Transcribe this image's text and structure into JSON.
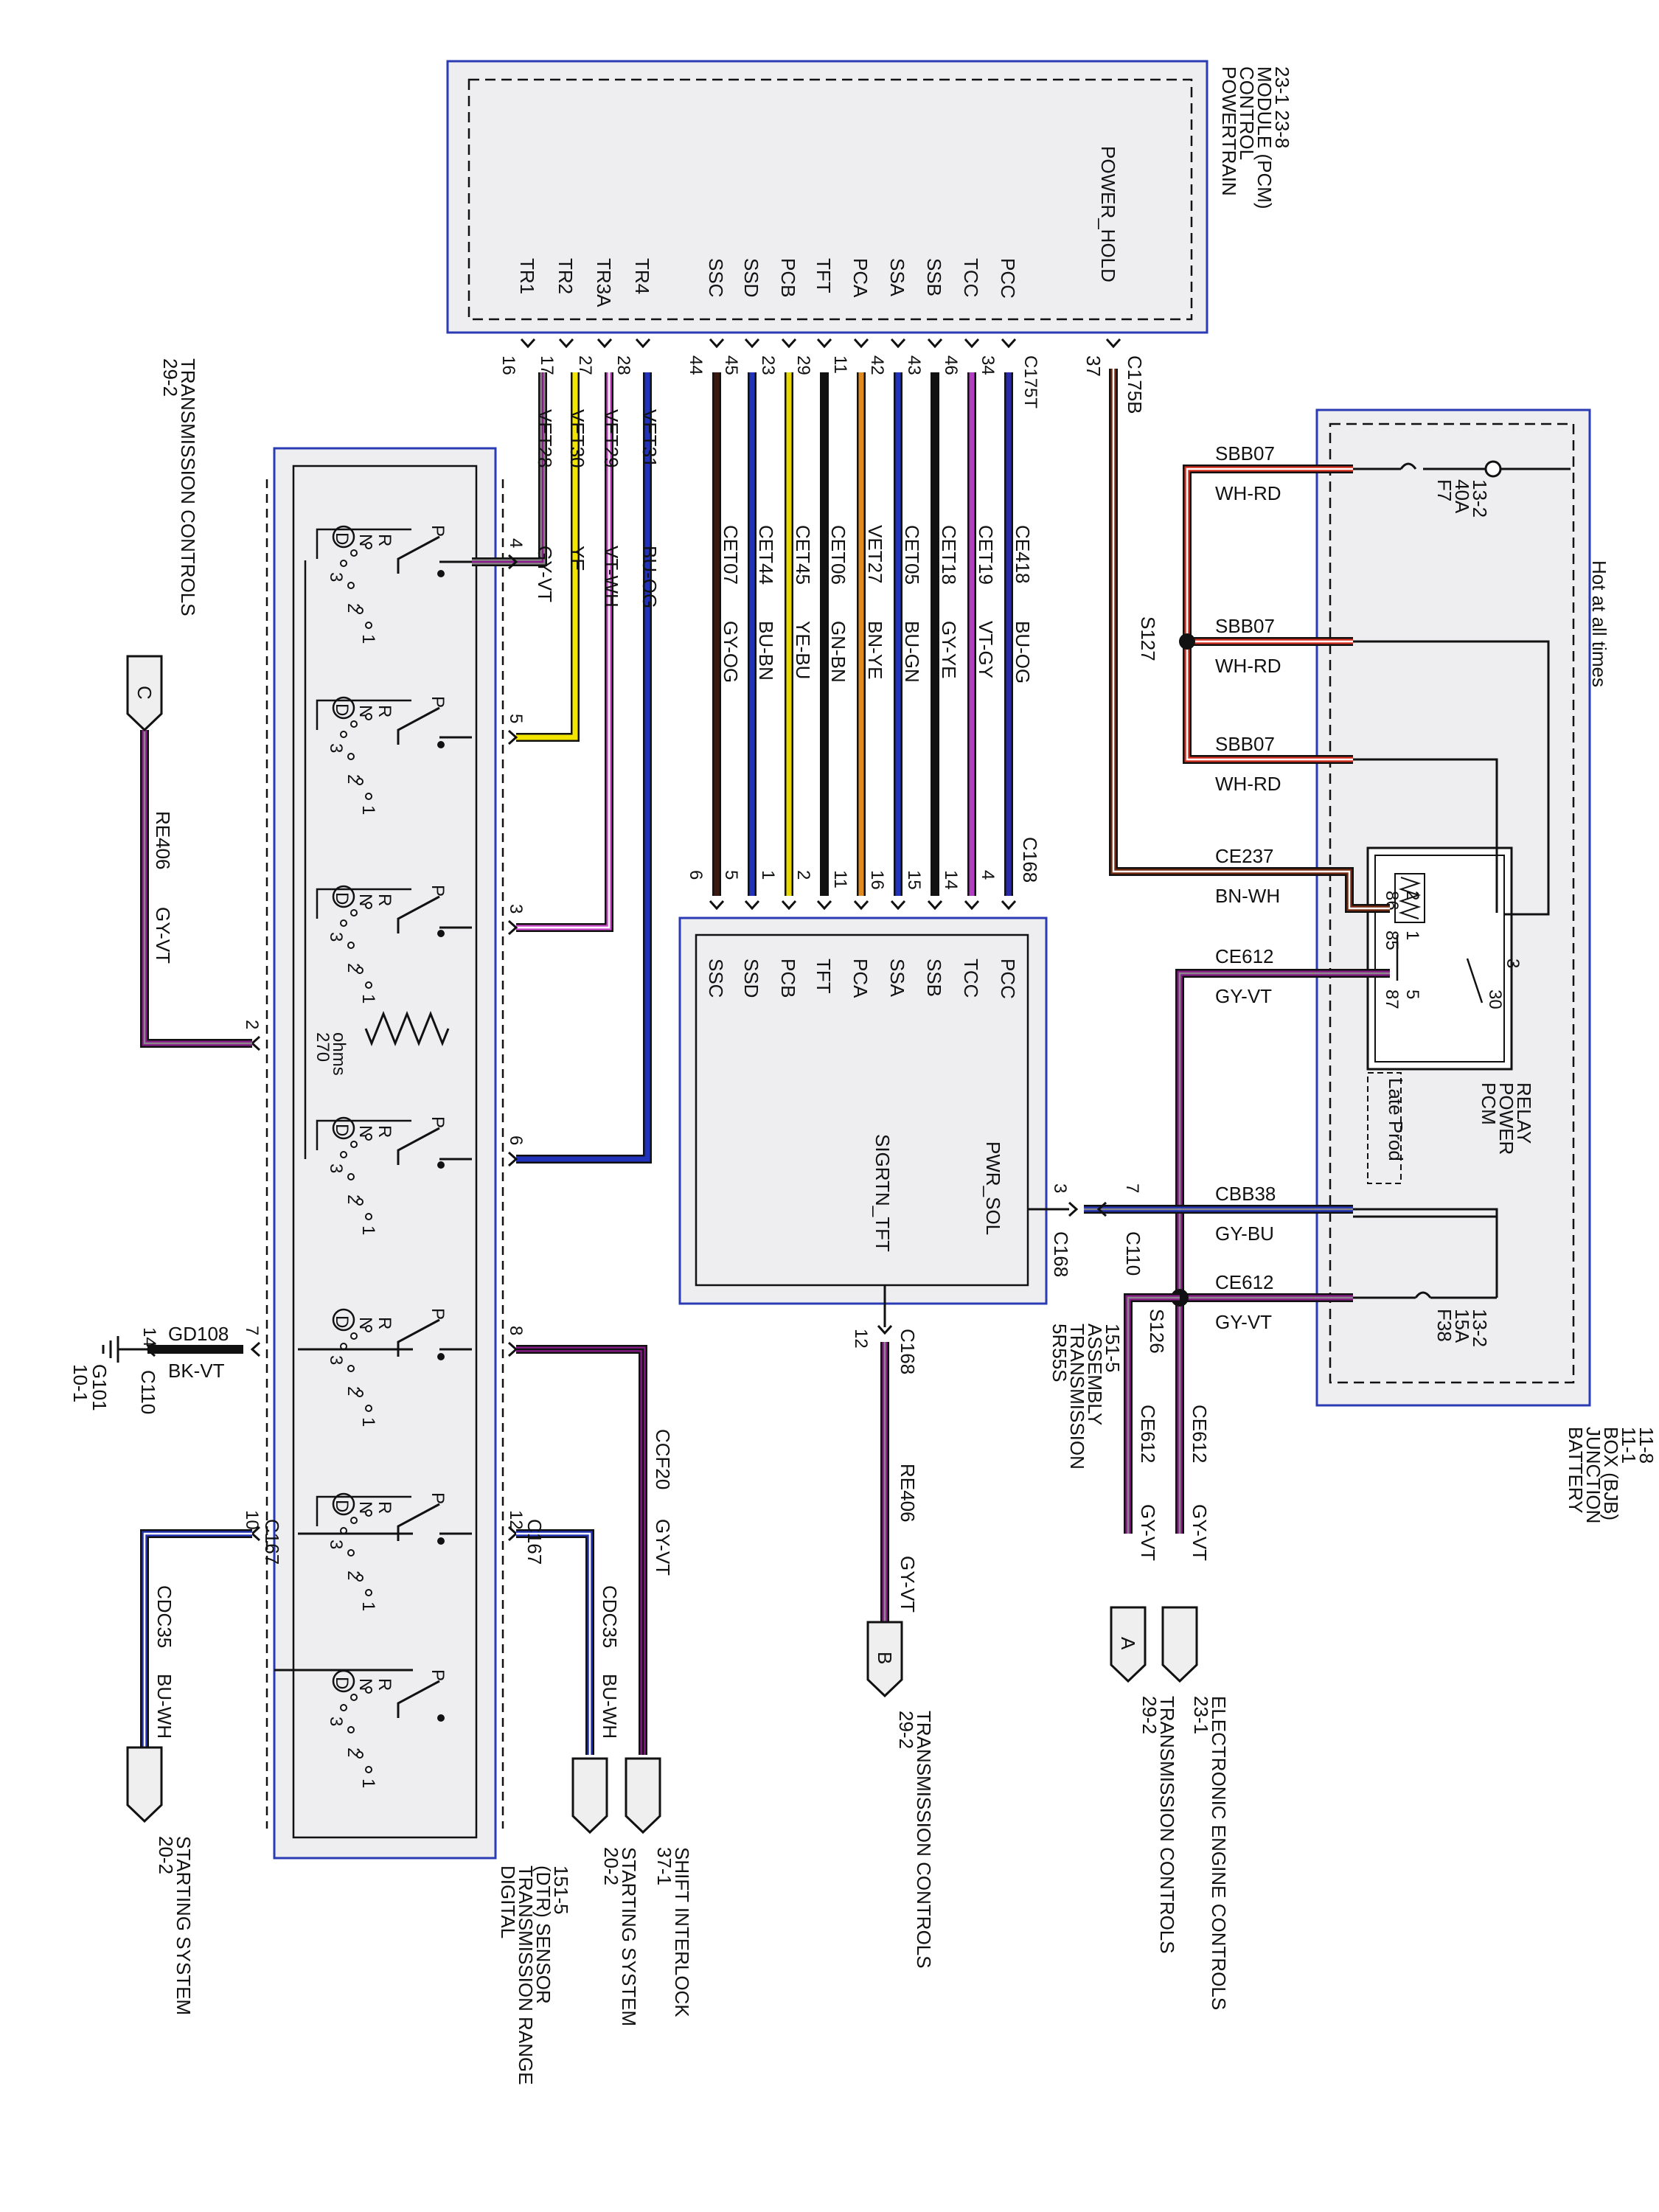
{
  "modules": {
    "pcm": {
      "lines": [
        "POWERTRAIN",
        "CONTROL",
        "MODULE (PCM)",
        "23-1   23-8"
      ],
      "power_hold": "POWER_HOLD"
    },
    "bjb": {
      "lines": [
        "BATTERY",
        "JUNCTION",
        "BOX (BJB)",
        "11-1",
        "11-8"
      ],
      "hot": "Hot at all times"
    },
    "trans": {
      "lines": [
        "5R55S",
        "TRANSMISSION",
        "ASSEMBLY",
        "151-5"
      ],
      "pwr_sol": "PWR_SOL",
      "sigrtn": "SIGRTN_TFT"
    },
    "dtr": {
      "lines": [
        "DIGITAL",
        "TRANSMISSION RANGE",
        "(DTR) SENSOR",
        "151-5"
      ],
      "resistor": [
        "270",
        "ohms"
      ]
    },
    "relay": {
      "lines": [
        "PCM",
        "POWER",
        "RELAY"
      ],
      "late": "Late Prod",
      "pins": [
        "85",
        "86",
        "87",
        "30",
        "1",
        "2",
        "5",
        "3"
      ]
    },
    "fuses": [
      {
        "name": "F7",
        "rating": "40A",
        "ref": "13-2"
      },
      {
        "name": "F38",
        "rating": "15A",
        "ref": "13-2"
      }
    ],
    "splices": [
      "S127",
      "S126"
    ]
  },
  "pcm_top_pins": [
    {
      "pin": "TR1",
      "num": "16",
      "circuit": "",
      "color": ""
    },
    {
      "pin": "TR2",
      "num": "17",
      "circuit": "VET28",
      "color": "GY-VT",
      "hex": "#888888",
      "hex2": "#8a1a8a"
    },
    {
      "pin": "TR3A",
      "num": "27",
      "circuit": "VET30",
      "color": "YE",
      "hex": "#f2e600",
      "hex2": "#f2e600"
    },
    {
      "pin": "TR4",
      "num": "28",
      "circuit": "VET29",
      "color": "VT-WH",
      "hex": "#d04ad0",
      "hex2": "#ffffff"
    },
    {
      "pin": "",
      "num": "",
      "circuit": "VET31",
      "color": "BU-OG",
      "hex": "#2233bb",
      "hex2": "#2233bb"
    }
  ],
  "pcm_mid_pins": [
    {
      "pin": "SSC",
      "num": "44",
      "circuit": "",
      "color": ""
    },
    {
      "pin": "SSD",
      "num": "45",
      "circuit": "CET07",
      "color": "GY-OG",
      "hex": "#3a1a10"
    },
    {
      "pin": "PCB",
      "num": "23",
      "circuit": "CET44",
      "color": "BU-BN",
      "hex": "#2233bb"
    },
    {
      "pin": "TFT",
      "num": "29",
      "circuit": "CET45",
      "color": "YE-BU",
      "hex": "#e6d800"
    },
    {
      "pin": "PCA",
      "num": "11",
      "circuit": "CET06",
      "color": "GN-BN",
      "hex": "#111111"
    },
    {
      "pin": "SSA",
      "num": "42",
      "circuit": "VET27",
      "color": "BN-YE",
      "hex": "#e08a20"
    },
    {
      "pin": "SSB",
      "num": "43",
      "circuit": "CET05",
      "color": "BU-GN",
      "hex": "#2233bb"
    },
    {
      "pin": "TCC",
      "num": "46",
      "circuit": "CET18",
      "color": "GY-YE",
      "hex": "#111111"
    },
    {
      "pin": "PCC",
      "num": "34",
      "circuit": "CET19",
      "color": "VT-GY",
      "hex": "#b040c0"
    },
    {
      "pin": "",
      "num": "C175T",
      "circuit": "CE418",
      "color": "BU-OG",
      "hex": "#2a2aa8"
    }
  ],
  "trans_pins": {
    "labels": [
      "SSC",
      "SSD",
      "PCB",
      "TFT",
      "PCA",
      "SSA",
      "SSB",
      "TCC",
      "PCC"
    ],
    "nums": [
      "6",
      "5",
      "1",
      "2",
      "11",
      "16",
      "15",
      "14",
      "4"
    ],
    "connector": "C168"
  },
  "power_hold_conn": {
    "num": "37",
    "conn": "C175B"
  },
  "bjb_wires": [
    {
      "circuit": "SBB07",
      "color": "WH-RD"
    },
    {
      "circuit": "SBB07",
      "color": "WH-RD"
    },
    {
      "circuit": "SBB07",
      "color": "WH-RD"
    },
    {
      "circuit": "CE237",
      "color": "BN-WH"
    },
    {
      "circuit": "CE612",
      "color": "GY-VT"
    },
    {
      "circuit": "CBB38",
      "color": "GY-BU"
    },
    {
      "circuit": "CE612",
      "color": "GY-VT"
    }
  ],
  "pwr_sol_conn": {
    "pin_trans": "3",
    "conn_trans": "C168",
    "pin_c110": "7",
    "conn_c110": "C110"
  },
  "sigrtn_conn": {
    "pin": "12",
    "conn": "C168",
    "circuit": "RE406",
    "color": "GY-VT"
  },
  "dtr_pins": [
    "4",
    "5",
    "3",
    "6",
    "8",
    "12",
    "2",
    "7",
    "10"
  ],
  "left_circuits": [
    {
      "pin": "2",
      "circuit": "RE406",
      "color": "GY-VT"
    },
    {
      "pin": "7",
      "circuit": "GD108",
      "color": "BK-VT",
      "c110_pin": "14",
      "c110": "C110",
      "ground": "G101",
      "ground_ref": "10-1"
    },
    {
      "pin": "10",
      "conn": "C167",
      "circuit": "CDC35",
      "color": "BU-WH"
    }
  ],
  "right_circuits": [
    {
      "pin": "8",
      "circuit": "CCF20",
      "color": "GY-VT"
    },
    {
      "pin": "12",
      "conn": "C167",
      "circuit": "CDC35",
      "color": "BU-WH"
    }
  ],
  "s126_circuits": [
    {
      "circuit": "CE612",
      "color": "GY-VT"
    },
    {
      "circuit": "CE612",
      "color": "GY-VT"
    }
  ],
  "offpage": [
    {
      "letter": "C",
      "label": "TRANSMISSION CONTROLS",
      "ref": "29-2"
    },
    {
      "letter": "",
      "label": "STARTING SYSTEM",
      "ref": "20-2"
    },
    {
      "letter": "",
      "label": "STARTING SYSTEM",
      "ref": "20-2"
    },
    {
      "letter": "",
      "label": "SHIFT INTERLOCK",
      "ref": "37-1"
    },
    {
      "letter": "B",
      "label": "TRANSMISSION CONTROLS",
      "ref": "29-2"
    },
    {
      "letter": "A",
      "label": "TRANSMISSION CONTROLS",
      "ref": "29-2"
    },
    {
      "letter": "",
      "label": "ELECTRONIC ENGINE CONTROLS",
      "ref": "23-1"
    }
  ],
  "switch_marks": {
    "p": "P",
    "r": "R",
    "n": "N",
    "d": "D",
    "n3": "3",
    "n2": "2",
    "n1": "1"
  }
}
